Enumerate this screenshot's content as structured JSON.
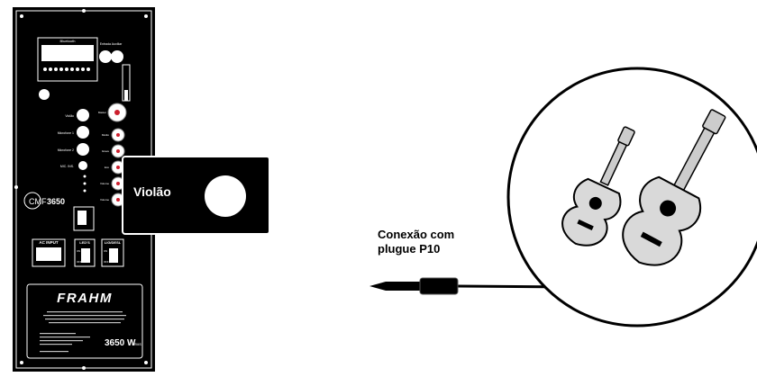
{
  "panel": {
    "bluetooth_label": "Bluetooth",
    "stereo_label": "Entrada Auxiliar",
    "ch_labels": [
      "Violão",
      "Microfone 1",
      "Microfone 2",
      "MIC. INS."
    ],
    "knob_labels": [
      "Master",
      "Médio",
      "Grave",
      "Eco",
      "Volume",
      "Volume"
    ],
    "model_prefix": "CMF",
    "model_number": "3650",
    "ac_input_label": "AC INPUT",
    "leds_label": "LED'S",
    "ligdesl_label": "LIG/DESL",
    "on_label": "ON",
    "off_label": "OFF",
    "brand": "FRAHM",
    "power_value": "3650",
    "power_unit": "W",
    "power_suffix": "RMS"
  },
  "callout": {
    "label": "Violão"
  },
  "connector": {
    "line1": "Conexão com",
    "line2": "plugue P10"
  },
  "colors": {
    "panel_bg": "#000000",
    "panel_text": "#ffffff",
    "guitar_body": "#d9d9d9",
    "outline": "#000000",
    "knob_red": "#cc1f2d"
  }
}
